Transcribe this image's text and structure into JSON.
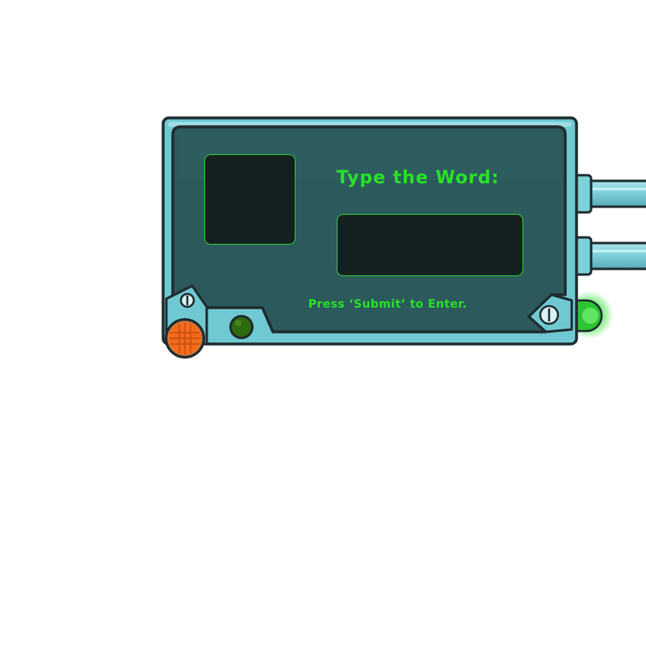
{
  "panel": {
    "prompt_title": "Type the Word:",
    "hint": "Press ‘Submit’ to Enter.",
    "answer_value": "",
    "clue_content": ""
  },
  "icons": {
    "left_screw": "screw-icon",
    "right_screw": "screw-icon",
    "submit_button": "orange-grid-button",
    "power_light": "green-indicator-light",
    "status_light": "green-glow-light"
  },
  "colors": {
    "frame": "#6fc9d2",
    "frame_outline": "#1e2b2e",
    "screen": "#2c5a5c",
    "display": "#142020",
    "display_border": "#2fd12f",
    "text": "#27e327",
    "orange_button": "#f26a1b",
    "indicator_dark": "#2e6a10",
    "glow": "#34e13a"
  }
}
